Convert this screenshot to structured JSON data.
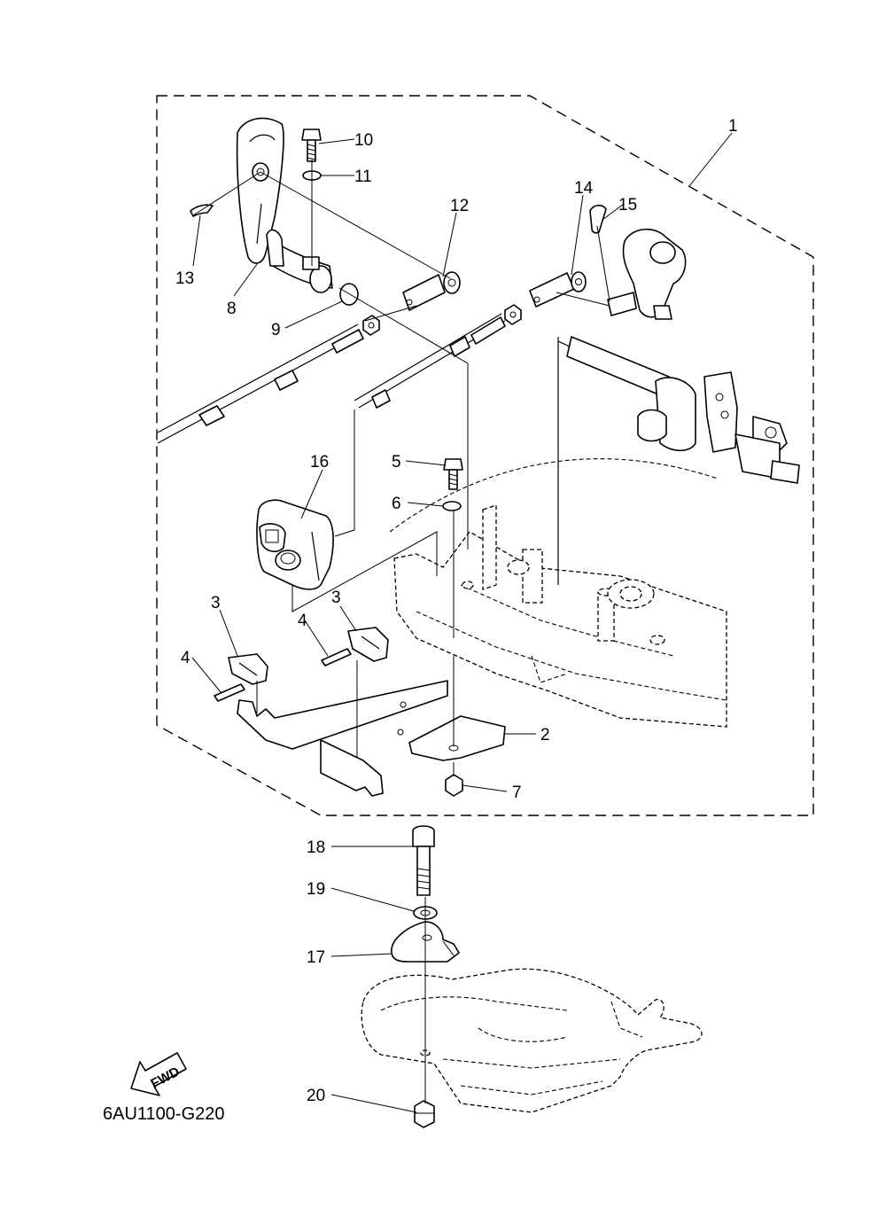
{
  "callouts": {
    "c1": "1",
    "c2": "2",
    "c3a": "3",
    "c3b": "3",
    "c4a": "4",
    "c4b": "4",
    "c5": "5",
    "c6": "6",
    "c7": "7",
    "c8": "8",
    "c9": "9",
    "c10": "10",
    "c11": "11",
    "c12": "12",
    "c13": "13",
    "c14": "14",
    "c15": "15",
    "c16": "16",
    "c17": "17",
    "c18": "18",
    "c19": "19",
    "c20": "20"
  },
  "direction_label": "FWD",
  "diagram_code": "6AU1100-G220"
}
